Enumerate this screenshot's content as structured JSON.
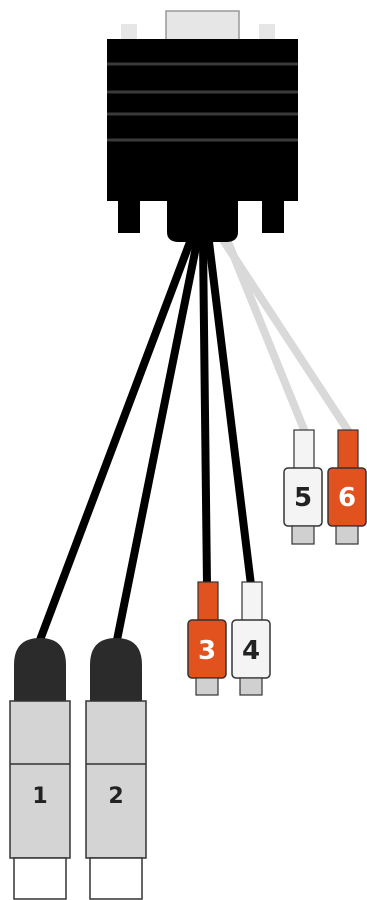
{
  "colors": {
    "background": "#ffffff",
    "connector_body": "#000000",
    "connector_stripe": "#3a3a3a",
    "pin_light": "#e6e6e6",
    "pin_outline": "#999999",
    "cable_black": "#000000",
    "cable_grey": "#d9d9d9",
    "plug_black": "#2b2b2b",
    "plug_grey": "#d4d4d4",
    "plug_white": "#ffffff",
    "rca_red": "#e2521e",
    "rca_white": "#f4f4f4",
    "rca_tip": "#d0d0d0",
    "outline": "#333333",
    "label_dark": "#222222",
    "label_light": "#ffffff"
  },
  "plugs": [
    {
      "id": "plug-1",
      "label": "1",
      "kind": "bnc",
      "color": "grey"
    },
    {
      "id": "plug-2",
      "label": "2",
      "kind": "bnc",
      "color": "grey"
    },
    {
      "id": "plug-3",
      "label": "3",
      "kind": "rca",
      "color": "red"
    },
    {
      "id": "plug-4",
      "label": "4",
      "kind": "rca",
      "color": "white"
    },
    {
      "id": "plug-5",
      "label": "5",
      "kind": "rca",
      "color": "white"
    },
    {
      "id": "plug-6",
      "label": "6",
      "kind": "rca",
      "color": "red"
    }
  ]
}
